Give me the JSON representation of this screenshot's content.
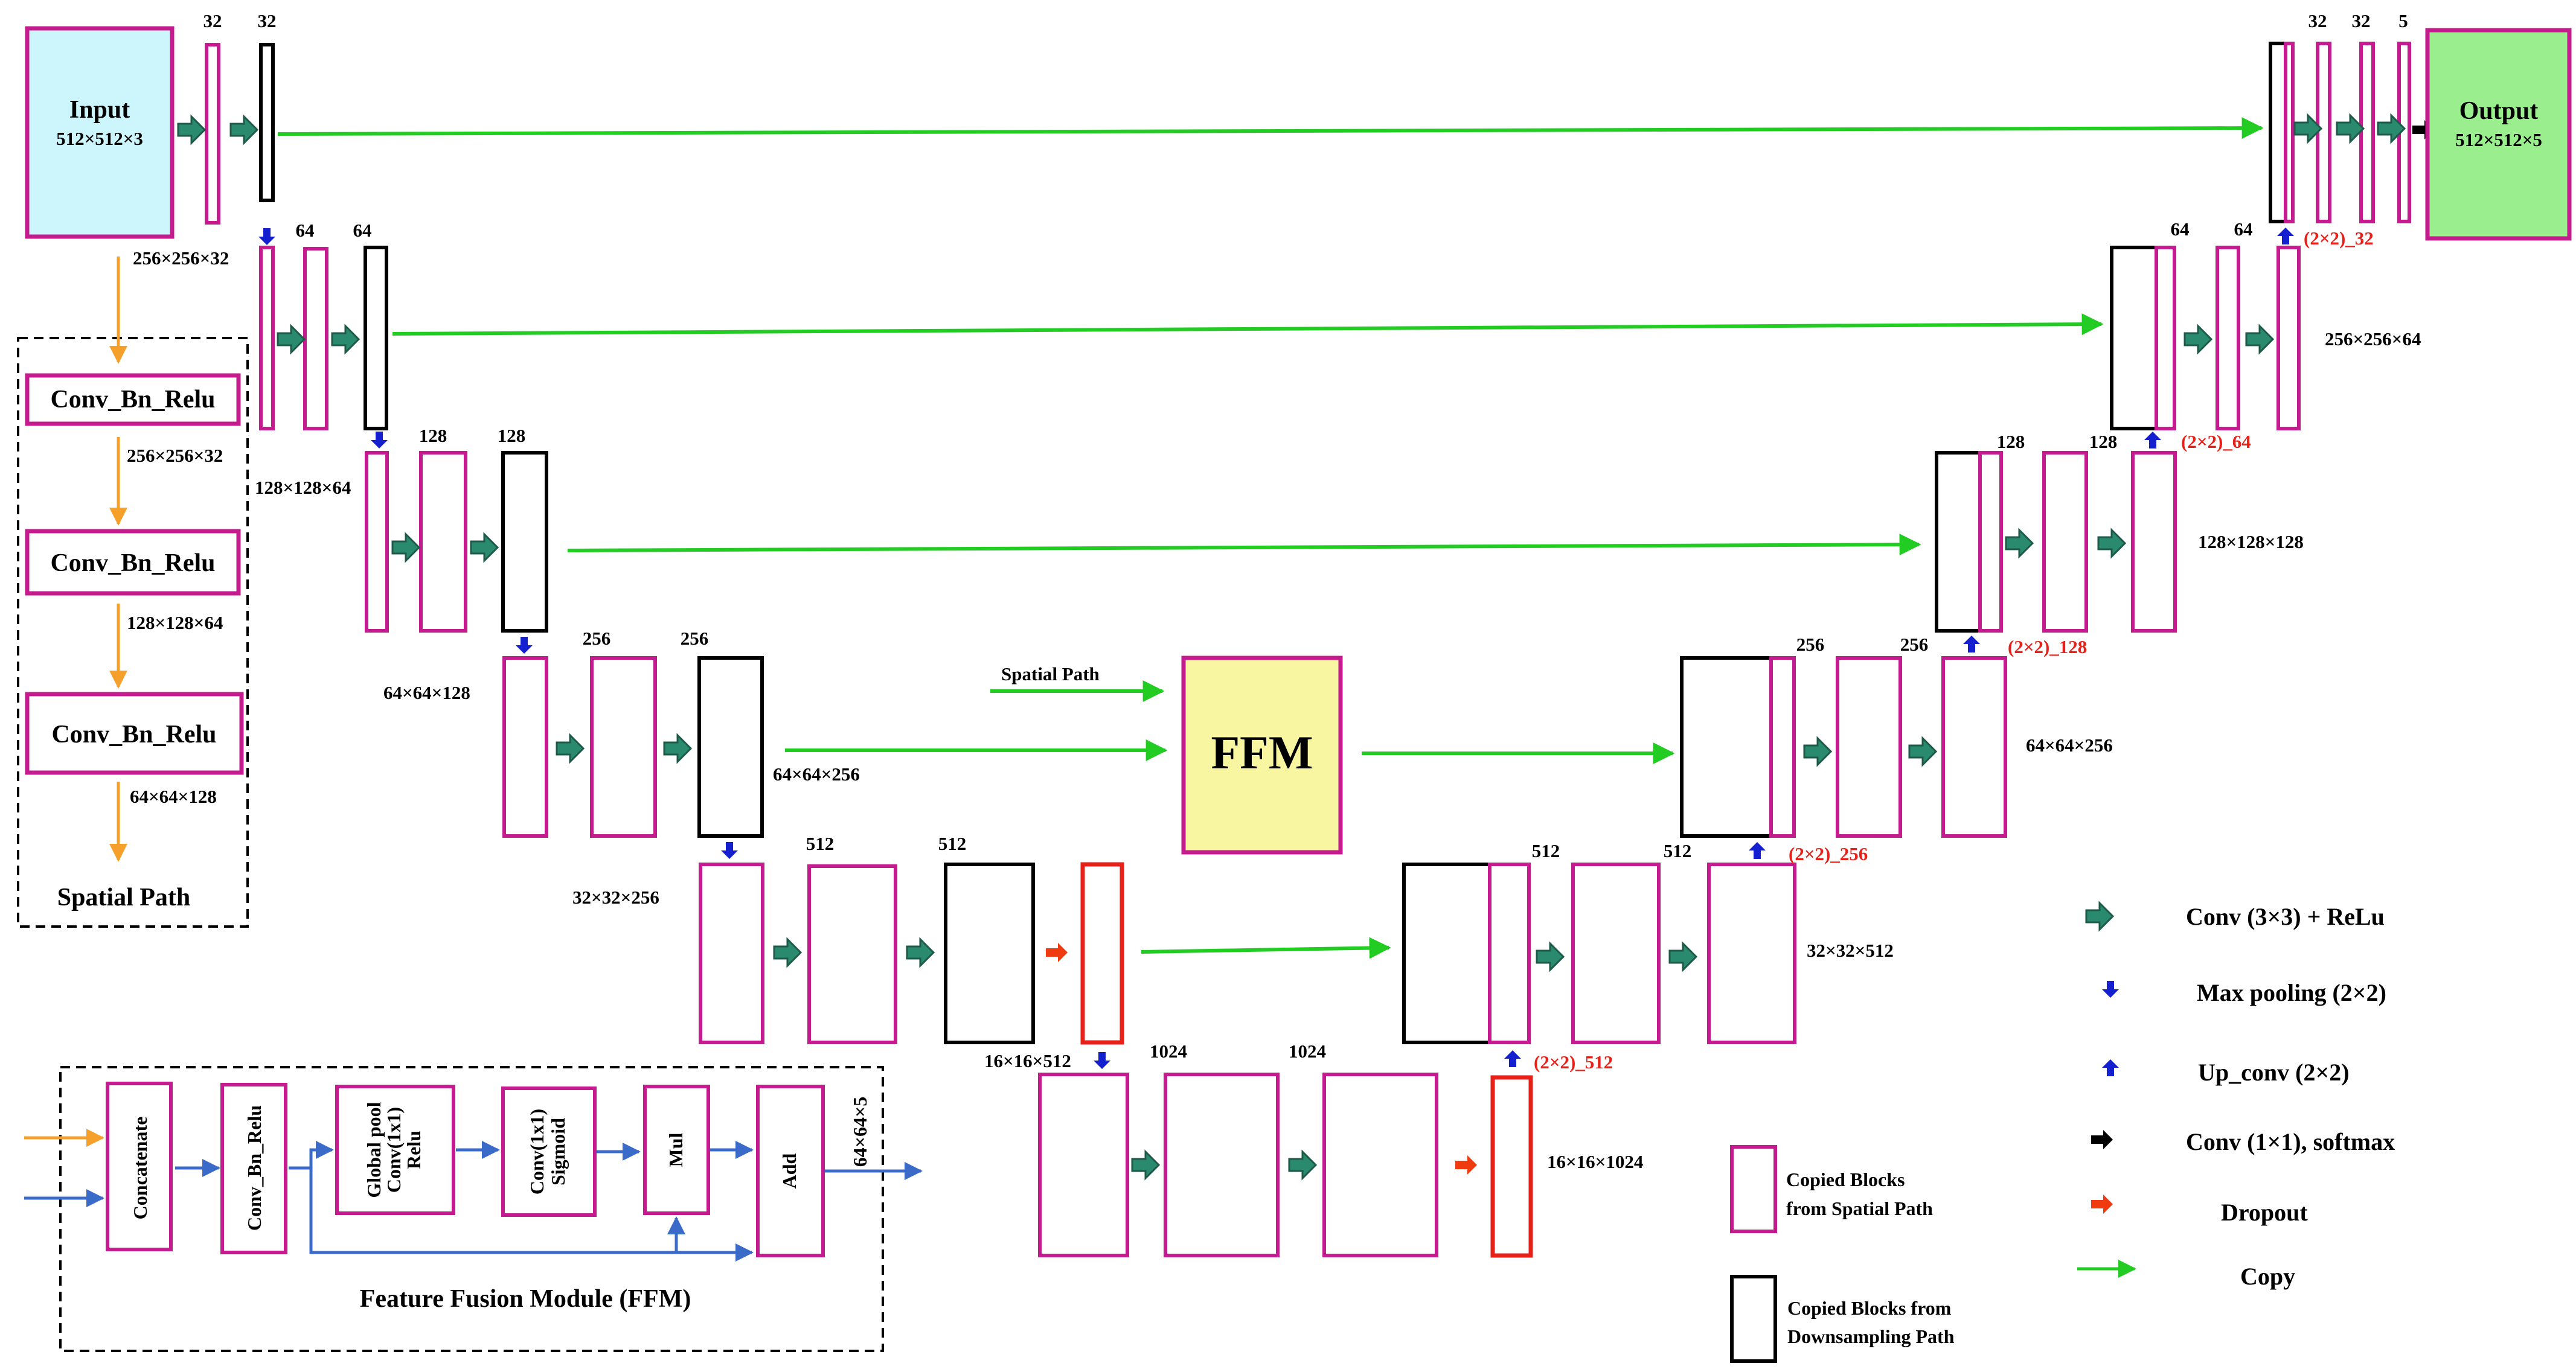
{
  "io": {
    "input_title": "Input",
    "input_size": "512×512×3",
    "output_title": "Output",
    "output_size": "512×512×5"
  },
  "channels": {
    "c32": "32",
    "c64": "64",
    "c128": "128",
    "c256": "256",
    "c512": "512",
    "c1024": "1024",
    "c5": "5"
  },
  "dims": {
    "d256_32": "256×256×32",
    "d128_64": "128×128×64",
    "d64_128": "64×64×128",
    "d64_256": "64×64×256",
    "d32_256": "32×32×256",
    "d16_512": "16×16×512",
    "d16_1024": "16×16×1024",
    "d32_512": "32×32×512",
    "d128_128": "128×128×128",
    "d256_64": "256×256×64",
    "d64_5": "64×64×5"
  },
  "upconv_labels": {
    "u512": "(2×2)_512",
    "u256": "(2×2)_256",
    "u128": "(2×2)_128",
    "u64": "(2×2)_64",
    "u32": "(2×2)_32"
  },
  "spatial_path": {
    "block_label": "Conv_Bn_Relu",
    "title": "Spatial Path",
    "arrow_label": "Spatial Path"
  },
  "ffm": {
    "center_label": "FFM",
    "title": "Feature Fusion Module (FFM)",
    "concatenate": "Concatenate",
    "conv_bn_relu": "Conv_Bn_Relu",
    "global_pool_1": "Global pool",
    "global_pool_2": "Conv(1x1)",
    "global_pool_3": "Relu",
    "sigmoid_1": "Conv(1x1)",
    "sigmoid_2": "Sigmoid",
    "mul": "Mul",
    "add": "Add"
  },
  "legend": {
    "conv3": "Conv (3×3) + ReLu",
    "maxpool": "Max pooling (2×2)",
    "upconv": "Up_conv (2×2)",
    "conv1": "Conv (1×1), softmax",
    "dropout": "Dropout",
    "copy": "Copy",
    "spatial_1": "Copied Blocks",
    "spatial_2": "from Spatial Path",
    "down_1": "Copied Blocks from",
    "down_2": "Downsampling Path"
  },
  "colors": {
    "magenta": "#c41c8e",
    "teal": "#2a8a6e",
    "blue": "#1420d0",
    "green": "#22cc22",
    "orange": "#f5a02a",
    "red": "#e8201a",
    "input_fill": "#ccf6fb",
    "output_fill": "#9aee8e",
    "ffm_fill": "#f8f6a0"
  }
}
